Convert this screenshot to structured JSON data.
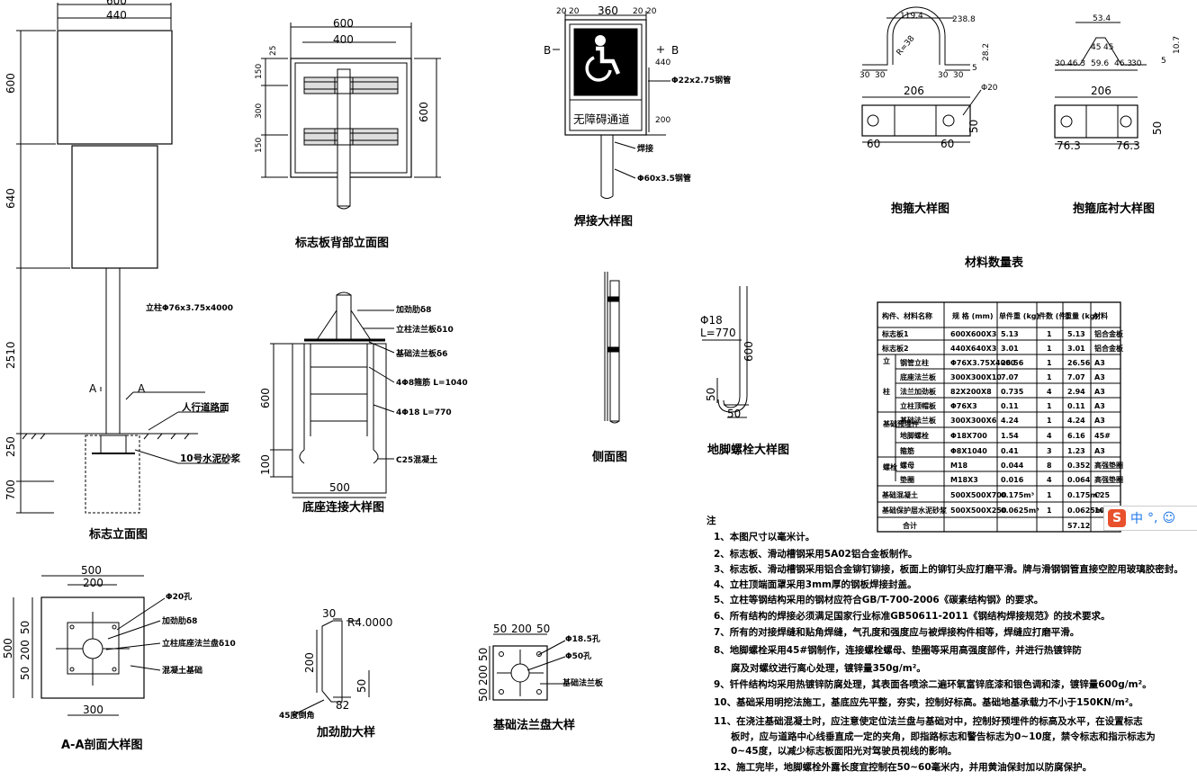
{
  "titles": {
    "elevation": "标志立面图",
    "back": "标志板背部立面图",
    "weld": "焊接大样图",
    "hoop": "抱箍大样图",
    "hoop_liner": "抱箍底衬大样图",
    "base_detail": "底座连接大样图",
    "side": "侧面图",
    "anchor": "地脚螺栓大样图",
    "section_aa": "A-A剖面大样图",
    "rib": "加劲肋大样",
    "base_flange": "基础法兰盘大样"
  },
  "elevation": {
    "dims": [
      "600",
      "440",
      "600",
      "640",
      "2510",
      "250",
      "700"
    ],
    "labels": {
      "pole": "立柱Φ76x3.75x4000",
      "sidewalk": "人行道路面",
      "mortar": "10号水泥砂浆",
      "a_left": "A",
      "a_right": "A"
    }
  },
  "back": {
    "dims": [
      "600",
      "400",
      "25",
      "150",
      "300",
      "150",
      "600"
    ]
  },
  "weld": {
    "dims": [
      "20",
      "20",
      "360",
      "20",
      "20",
      "440",
      "200"
    ],
    "sign_text": "无障碍通道",
    "b_left": "B",
    "b_right": "B",
    "labels": {
      "pipe_small": "Φ22x2.75钢管",
      "weld": "焊接",
      "pipe_big": "Φ60x3.5钢管"
    }
  },
  "hoop": {
    "dims": [
      "119.4",
      "238.8",
      "R=38",
      "28.2",
      "30",
      "30",
      "30",
      "30",
      "5",
      "206",
      "Φ20",
      "60",
      "60",
      "50"
    ]
  },
  "hoop_liner": {
    "dims": [
      "53.4",
      "10.7",
      "45",
      "45",
      "30",
      "46.3",
      "59.6",
      "46.3",
      "30",
      "5",
      "206",
      "76.3",
      "76.3",
      "50"
    ]
  },
  "base_detail": {
    "dims": [
      "600",
      "100",
      "500"
    ],
    "labels": {
      "rib": "加劲肋δ8",
      "pole_flange": "立柱法兰板δ10",
      "base_flange": "基础法兰板δ6",
      "rebar": "4Φ8箍筋 L=1040",
      "bolt": "4Φ18 L=770",
      "concrete": "C25混凝土"
    }
  },
  "anchor": {
    "dims": [
      "Φ18",
      "L=770",
      "600",
      "50",
      "50"
    ]
  },
  "section_aa": {
    "dims": [
      "500",
      "200",
      "500",
      "50",
      "200",
      "50",
      "300"
    ],
    "labels": {
      "hole": "Φ20孔",
      "rib": "加劲肋δ8",
      "flange": "立柱底座法兰盘δ10",
      "foundation": "混凝土基础"
    }
  },
  "rib": {
    "dims": [
      "30",
      "R4.0000",
      "200",
      "50",
      "82"
    ],
    "label": "45度倒角"
  },
  "base_flange": {
    "dims": [
      "50",
      "200",
      "50",
      "50",
      "200",
      "50"
    ],
    "labels": {
      "hole": "Φ18.5孔",
      "center": "Φ50孔",
      "plate": "基础法兰板"
    }
  },
  "table": {
    "title": "材料数量表",
    "headers": [
      "构件、材料名称",
      "规 格 (mm)",
      "单件重 (kg)",
      "件数 (件)",
      "重量 (kg)",
      "材料"
    ],
    "groups": [
      "立",
      "柱",
      "基础预埋件",
      "螺栓"
    ],
    "rows": [
      [
        "标志板1",
        "600X600X3",
        "5.13",
        "1",
        "5.13",
        "铝合金板"
      ],
      [
        "标志板2",
        "440X640X3",
        "3.01",
        "1",
        "3.01",
        "铝合金板"
      ],
      [
        "钢管立柱",
        "Φ76X3.75X4000",
        "26.56",
        "1",
        "26.56",
        "A3"
      ],
      [
        "底座法兰板",
        "300X300X10",
        "7.07",
        "1",
        "7.07",
        "A3"
      ],
      [
        "法兰加劲板",
        "82X200X8",
        "0.735",
        "4",
        "2.94",
        "A3"
      ],
      [
        "立柱顶帽板",
        "Φ76X3",
        "0.11",
        "1",
        "0.11",
        "A3"
      ],
      [
        "基础法兰板",
        "300X300X6",
        "4.24",
        "1",
        "4.24",
        "A3"
      ],
      [
        "地脚螺栓",
        "Φ18X700",
        "1.54",
        "4",
        "6.16",
        "45#"
      ],
      [
        "箍筋",
        "Φ8X1040",
        "0.41",
        "3",
        "1.23",
        "A3"
      ],
      [
        "螺母",
        "M18",
        "0.044",
        "8",
        "0.352",
        "高强垫圈"
      ],
      [
        "垫圈",
        "M18X3",
        "0.016",
        "4",
        "0.064",
        "高强垫圈"
      ],
      [
        "基础混凝土",
        "500X500X700",
        "0.175m³",
        "1",
        "0.175m³",
        "C25"
      ],
      [
        "基础保护层水泥砂浆",
        "500X500X250",
        "0.0625m³",
        "1",
        "0.0625m³",
        "10"
      ],
      [
        "合计",
        "",
        "",
        "",
        "57.12",
        ""
      ]
    ]
  },
  "notes": {
    "heading": "注",
    "items": [
      "1、本图尺寸以毫米计。",
      "2、标志板、滑动槽钢采用5A02铝合金板制作。",
      "3、标志板、滑动槽钢采用铝合金铆钉铆接，板面上的铆钉头应打磨平滑。牌与滑钢钢管直接空腔用玻璃胶密封。",
      "4、立柱顶端面罩采用3mm厚的钢板焊接封盖。",
      "5、立柱等钢结构采用的钢材应符合GB/T-700-2006《碳素结构钢》的要求。",
      "6、所有结构的焊接必须满足国家行业标准GB50611-2011《钢结构焊接规范》的技术要求。",
      "7、所有的对接焊缝和贴角焊缝，气孔度和强度应与被焊接构件相等，焊缝应打磨平滑。",
      "8、地脚螺栓采用45#钢制作，连接螺栓螺母、垫圈等采用高强度部件，并进行热镀锌防",
      "腐及对螺纹进行离心处理，镀锌量350g/m²。",
      "9、钎件结构均采用热镀锌防腐处理，其表面各喷涂二遍环氧富锌底漆和银色调和漆，镀锌量600g/m²。",
      "10、基础采用明挖法施工，基底应先平整，夯实，控制好标高。基础地基承载力不小于150KN/m²。",
      "11、在浇注基础混凝土时，应注意使定位法兰盘与基础对中，控制好预埋件的标高及水平，在设置标志",
      "板时，应与道路中心线垂直成一定的夹角，即指路标志和警告标志为0~10度，禁令标志和指示标志为",
      "0~45度，以减少标志板面阳光对驾驶员视线的影响。",
      "12、施工完毕，地脚螺栓外露长度宜控制在50~60毫米内，并用黄油保封加以防腐保护。"
    ]
  },
  "ime": {
    "label": "中",
    "punct": "°,",
    "emoji": "☺"
  }
}
